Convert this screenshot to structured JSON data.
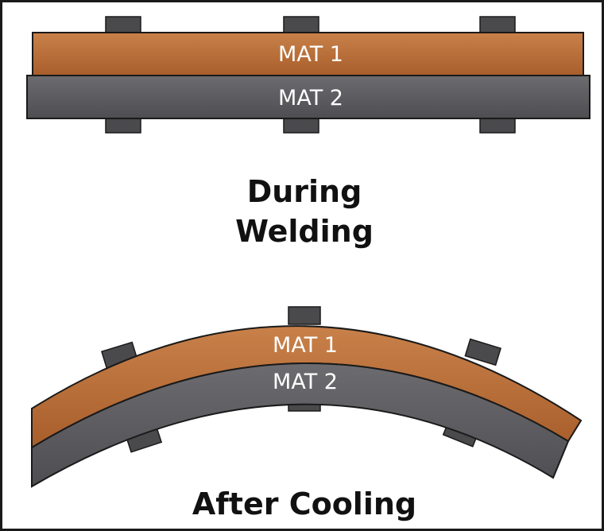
{
  "diagram": {
    "during": {
      "top_layer_label": "MAT 1",
      "bottom_layer_label": "MAT 2",
      "caption_line1": "During",
      "caption_line2": "Welding"
    },
    "after": {
      "top_layer_label": "MAT 1",
      "bottom_layer_label": "MAT 2",
      "caption": "After Cooling"
    },
    "colors": {
      "mat1": "#b86b34",
      "mat1_highlight": "#c9814a",
      "mat2": "#58585c",
      "mat2_highlight": "#6c6c70",
      "clamp": "#4a4a4d",
      "outline": "#1a1a1a"
    }
  }
}
